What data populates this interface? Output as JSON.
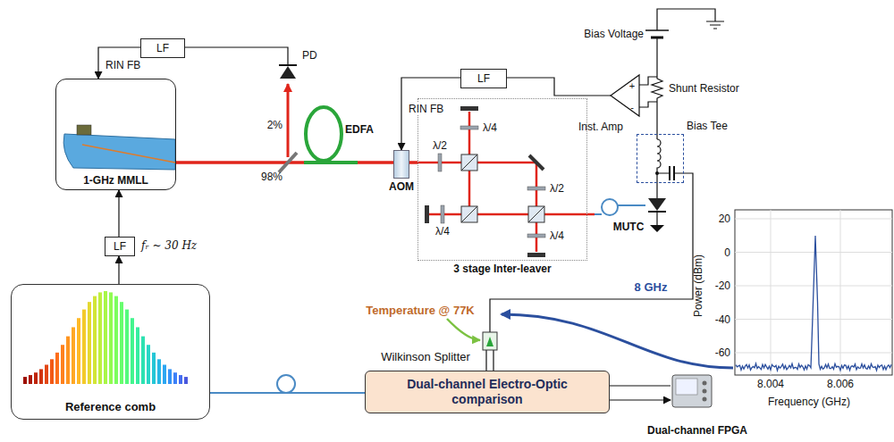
{
  "diagram": {
    "nodes": [
      {
        "text": [
          "1-GHz MMLL"
        ]
      },
      {
        "text": [
          "LF"
        ]
      },
      {
        "text": [
          "LF"
        ]
      },
      {
        "text": [
          "LF"
        ]
      },
      {
        "text": [
          "AOM"
        ]
      },
      {
        "text": [
          "3 stage Inter-leaver"
        ]
      },
      {
        "text": [
          "Reference comb"
        ]
      },
      {
        "text": [
          "Dual-channel Electro-Optic comparison"
        ]
      },
      {
        "text": [
          "Bias Tee"
        ]
      }
    ],
    "edges": [
      {
        "from": 6,
        "to": 3,
        "arrow": "to"
      },
      {
        "from": 3,
        "to": 0,
        "arrow": "to"
      },
      {
        "from": 1,
        "to": 0,
        "arrow": "to",
        "label": "RIN FB"
      },
      {
        "from": 2,
        "to": 4,
        "arrow": "to",
        "label": "RIN FB"
      },
      {
        "from": 0,
        "to": 4,
        "arrow": "none"
      },
      {
        "from": 4,
        "to": 5,
        "arrow": "none"
      },
      {
        "from": 6,
        "to": 7,
        "arrow": "none"
      }
    ],
    "labels": [
      "PD",
      "2%",
      "98%",
      "EDFA",
      "Bias Voltage",
      "Shunt Resistor",
      "Inst. Amp",
      "+",
      "-",
      "MUTC",
      "λ/2",
      "λ/4",
      "λ/2",
      "λ/4",
      "λ/4",
      "fᵣ ~ 30 Hz",
      "8 GHz",
      "Temperature @ 77K",
      "Wilkinson Splitter",
      "Dual-channel FPGA",
      "20",
      "0",
      "-20",
      "-40",
      "-60",
      "Power (dBm)",
      "8.004",
      "8.006",
      "Frequency (GHz)"
    ]
  }
}
